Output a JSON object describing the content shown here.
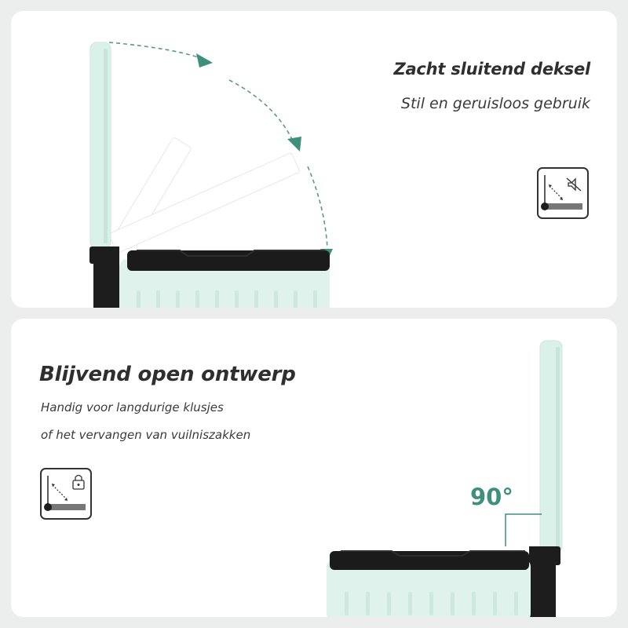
{
  "feature_soft_close": {
    "title": "Zacht sluitend deksel",
    "subtitle": "Stil en geruisloos gebruik",
    "icon": "mute-speaker-icon"
  },
  "feature_stay_open": {
    "title": "Blijvend open ontwerp",
    "subtitle_line1": "Handig voor langdurige klusjes",
    "subtitle_line2": "of het vervangen van vuilniszakken",
    "icon": "padlock-icon",
    "angle_label": "90°"
  },
  "colors": {
    "accent": "#3e8f7c",
    "bin_body": "#dff3ec",
    "lid_rim": "#1b1b1b",
    "text": "#2f2f2f"
  }
}
